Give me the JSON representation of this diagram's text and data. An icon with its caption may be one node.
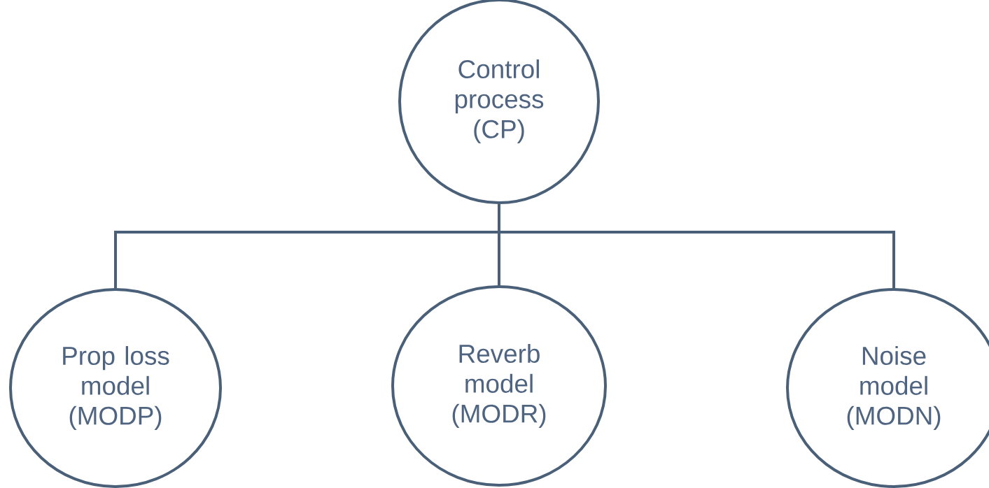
{
  "diagram": {
    "nodes": [
      {
        "text": [
          "Control process (CP)"
        ]
      },
      {
        "text": [
          "Prop loss model (MODP)"
        ]
      },
      {
        "text": [
          "Reverb model (MODR)"
        ]
      },
      {
        "text": [
          "Noise model (MODN)"
        ]
      }
    ],
    "edges": [
      {
        "from": 0,
        "to": 1,
        "arrow": "none"
      },
      {
        "from": 0,
        "to": 2,
        "arrow": "none"
      },
      {
        "from": 0,
        "to": 3,
        "arrow": "none"
      }
    ]
  }
}
